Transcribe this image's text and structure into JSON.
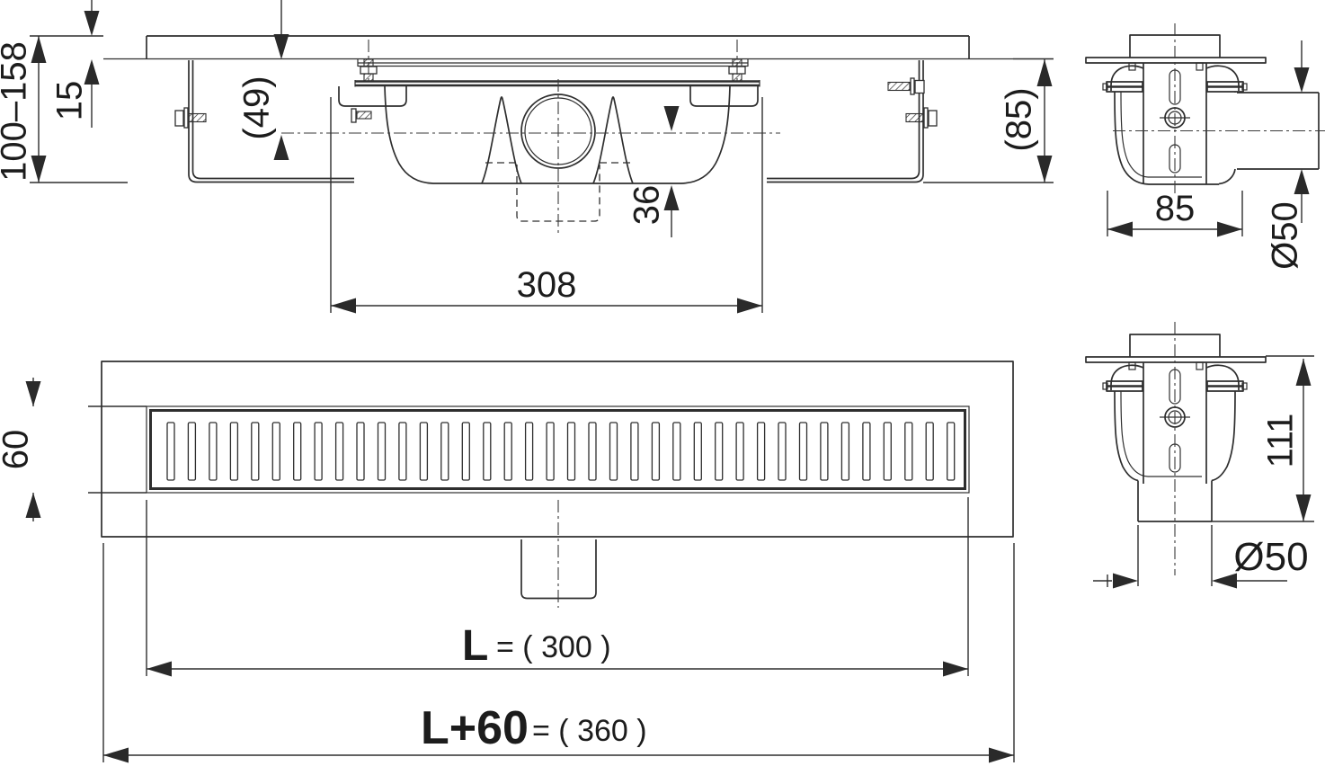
{
  "drawing": {
    "kind": "technical-drawing",
    "subject": "linear shower drain channel with grate and drain trap",
    "background_color": "#ffffff",
    "line_color": "#2e2e2e",
    "text_color": "#1c1c1c"
  },
  "views": {
    "front_section": {
      "label": "front-cross-section",
      "dims": {
        "install_height": "100–158",
        "plate_offset": "15",
        "depth_to_axis": "(49)",
        "axis_to_bottom": "36",
        "body_width": "308",
        "right_height": "(85)"
      }
    },
    "side_horizontal_outlet": {
      "label": "side-view-horizontal-outlet",
      "dims": {
        "trap_width": "85",
        "outlet_diameter": "Ø50"
      }
    },
    "plan": {
      "label": "top-plan-view",
      "grate_slots": 38,
      "dims": {
        "grate_width": "60",
        "length_label": "L",
        "length_value": "= ( 300 )",
        "total_label": "L+60",
        "total_value": "= ( 360 )"
      }
    },
    "side_vertical_outlet": {
      "label": "side-view-vertical-outlet",
      "dims": {
        "trap_height": "111",
        "outlet_diameter": "Ø50"
      }
    }
  }
}
